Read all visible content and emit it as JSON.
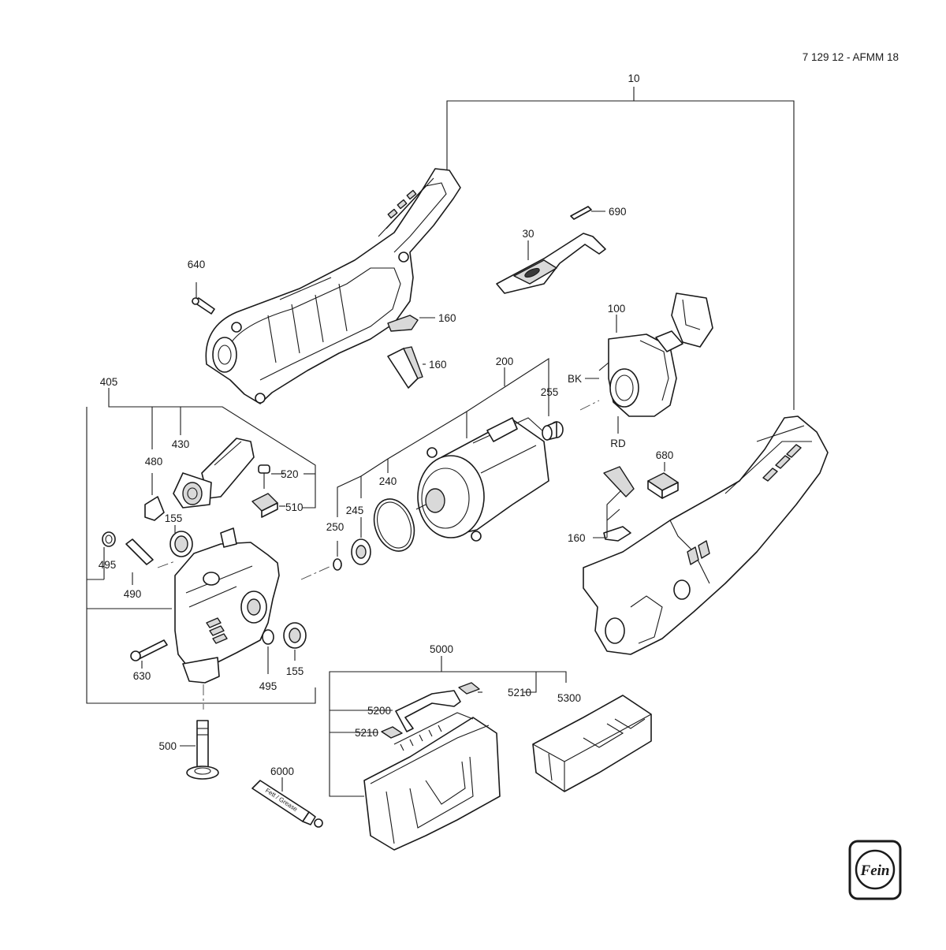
{
  "drawing": {
    "title": "7 129 12 - AFMM 18"
  },
  "logo": {
    "text": "Fein"
  },
  "callouts": {
    "c10": "10",
    "c30": "30",
    "c100": "100",
    "c155a": "155",
    "c155b": "155",
    "c160a": "160",
    "c160b": "160",
    "c160c": "160",
    "c200": "200",
    "c240": "240",
    "c245": "245",
    "c250": "250",
    "c255": "255",
    "c405": "405",
    "c430": "430",
    "c480": "480",
    "c490": "490",
    "c495a": "495",
    "c495b": "495",
    "c500": "500",
    "c510": "510",
    "c520": "520",
    "c630": "630",
    "c640": "640",
    "c680": "680",
    "c690": "690",
    "c5000": "5000",
    "c5200": "5200",
    "c5210a": "5210",
    "c5210b": "5210",
    "c5300": "5300",
    "c6000": "6000",
    "bk": "BK",
    "rd": "RD"
  },
  "tube_label": "Fett / Grease",
  "colors": {
    "line": "#1a1a1a",
    "fill_grey": "#d9d9d9",
    "background": "#ffffff"
  }
}
